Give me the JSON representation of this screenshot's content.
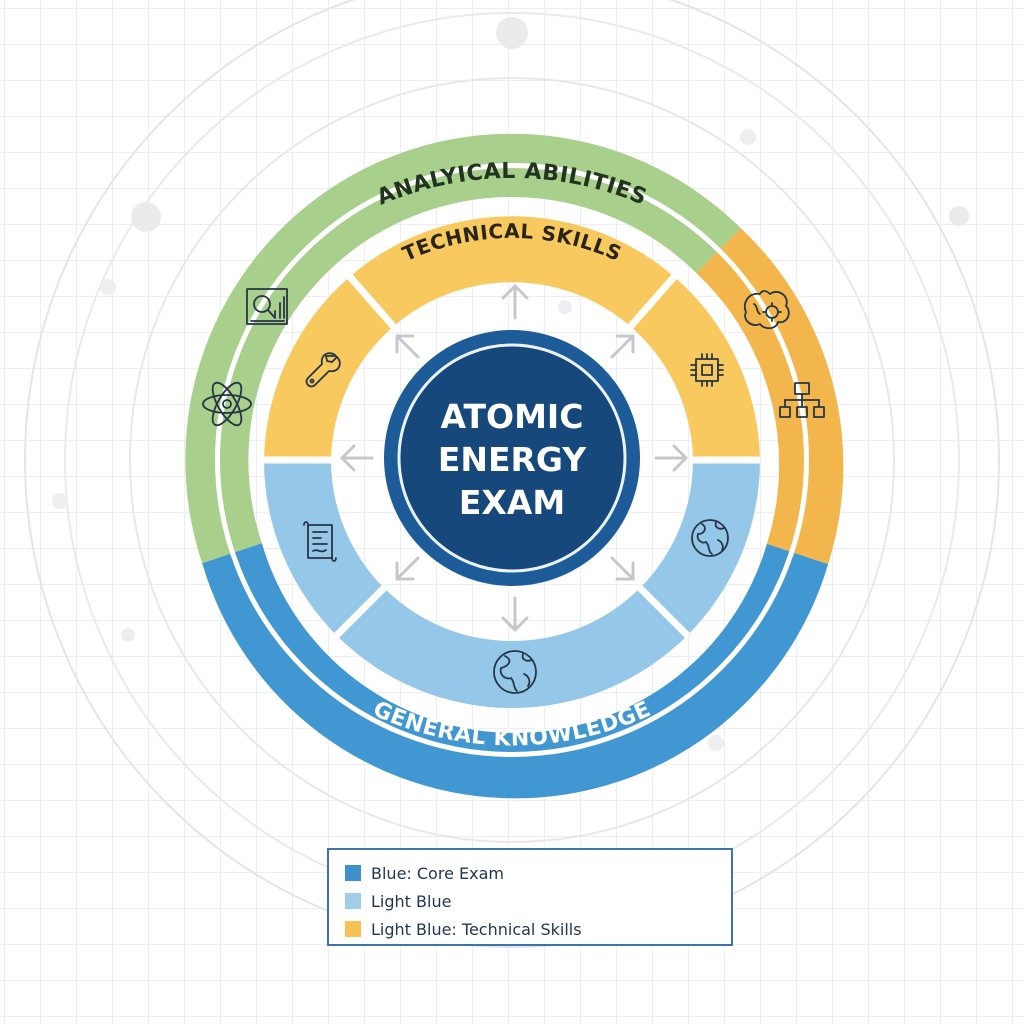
{
  "diagram": {
    "center": {
      "lines": [
        "ATOMIC",
        "ENERGY",
        "EXAM"
      ]
    },
    "outer_ring": {
      "top_label": "ANALYICAL ABILITIES",
      "bottom_label": "GENERAL KNOWLEDGE"
    },
    "inner_ring": {
      "top_label": "TECHNICAL SKILLS"
    },
    "icons": [
      "analytics-magnifier-icon",
      "atom-icon",
      "brain-gear-icon",
      "hierarchy-chart-icon",
      "wrench-icon",
      "microchip-icon",
      "document-scroll-icon",
      "globe-icon"
    ]
  },
  "legend": {
    "items": [
      {
        "label": "Blue: Core Exam",
        "color": "#3f8fcc"
      },
      {
        "label": "Light Blue",
        "color": "#9fcdea"
      },
      {
        "label": "Light Blue: Technical Skills",
        "color": "#f6c254"
      }
    ]
  },
  "colors": {
    "green": "#a8cf8b",
    "orange_outer": "#f2b64c",
    "yellow": "#f8c95f",
    "blue": "#4197d2",
    "light_blue": "#95c8e8",
    "center": "#1d5c99",
    "center_dark": "#17487c"
  }
}
